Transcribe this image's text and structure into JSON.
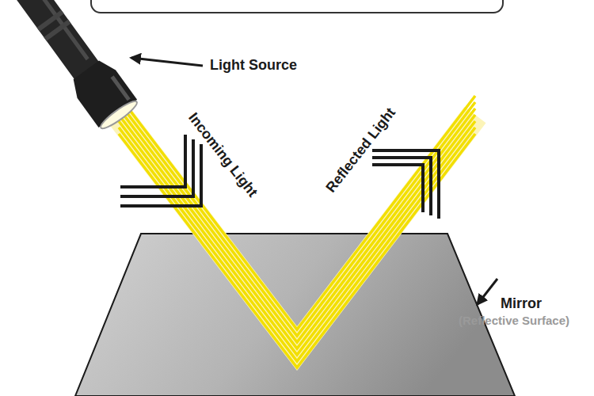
{
  "diagram": {
    "labels": [
      "Light Source",
      "Incoming Light",
      "Reflected Light",
      "Mirror",
      "(Reflective Surface)"
    ]
  }
}
